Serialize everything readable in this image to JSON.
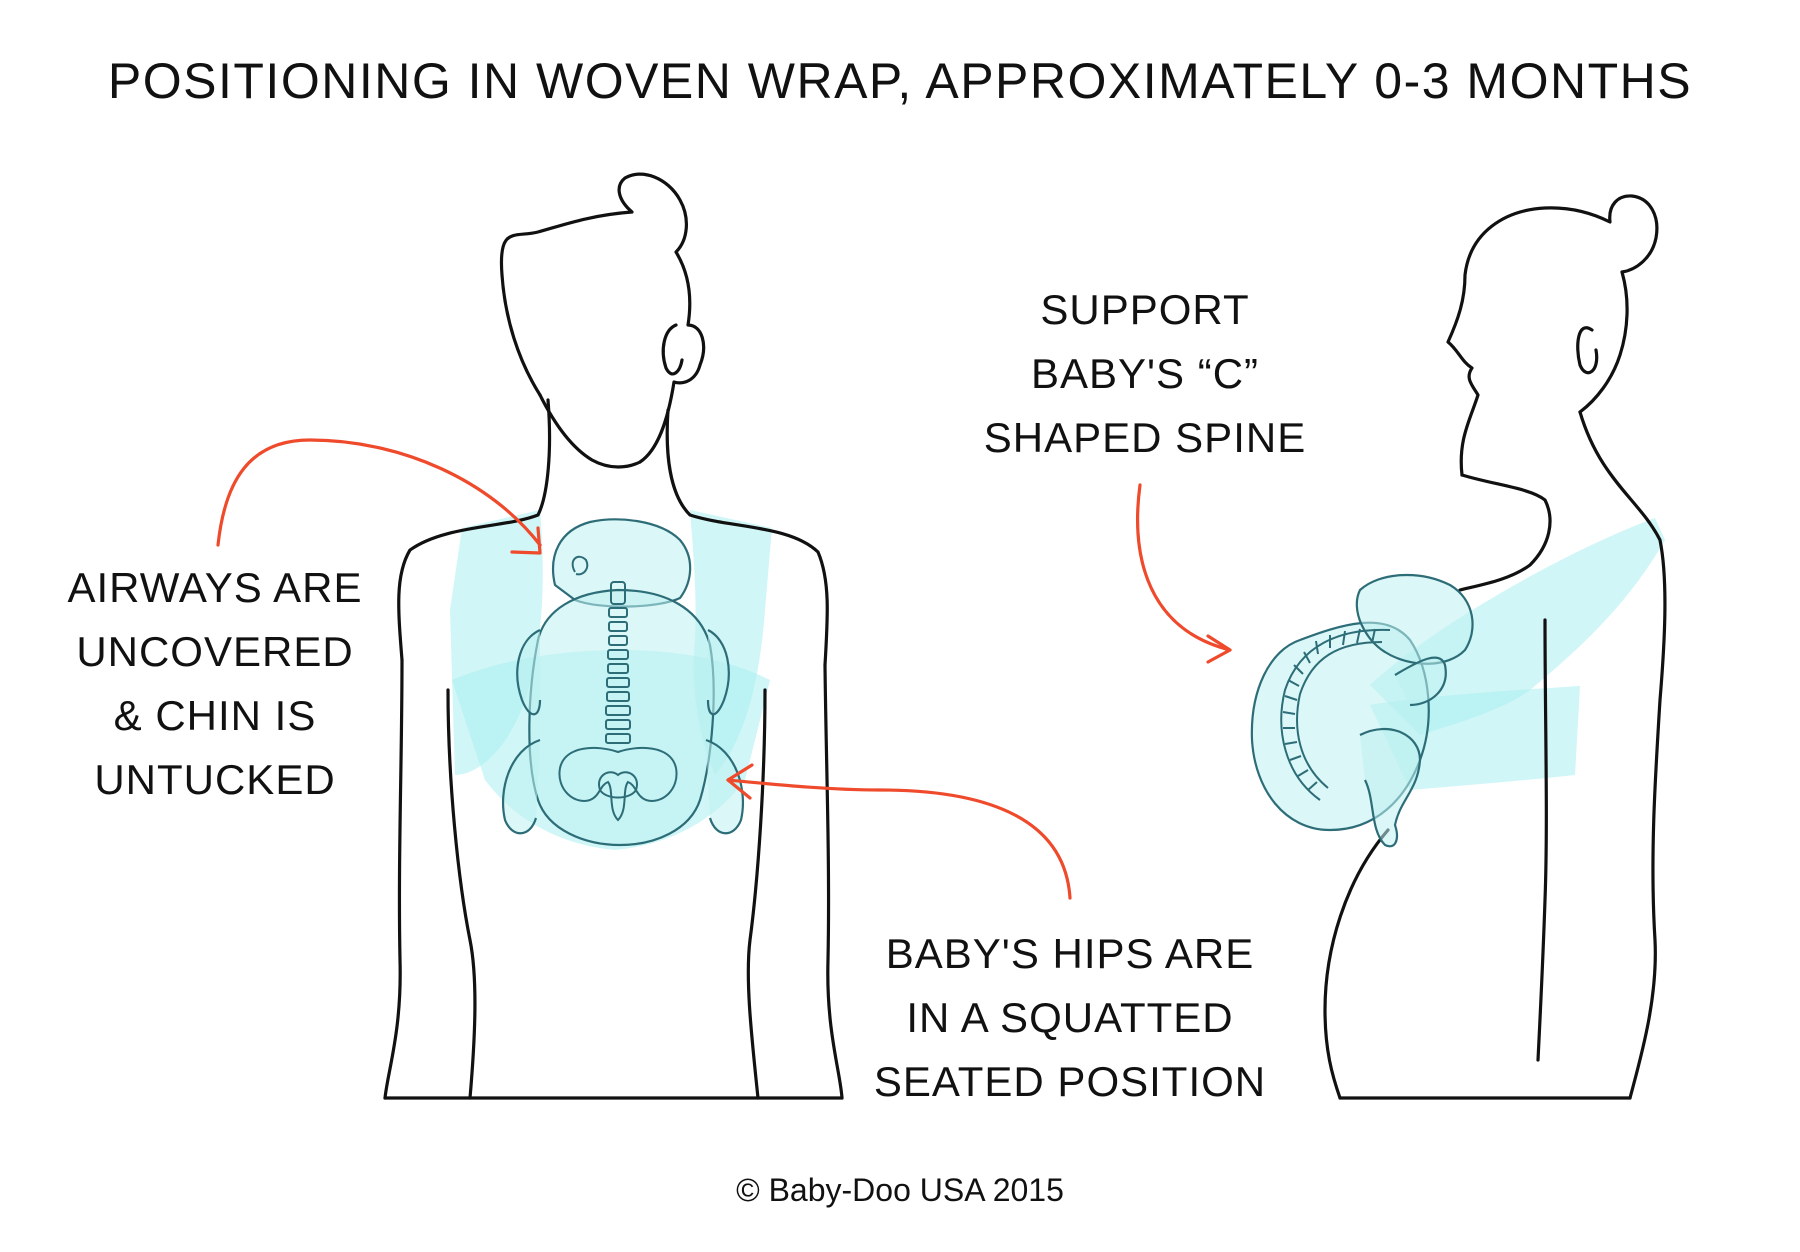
{
  "title": "POSITIONING IN WOVEN WRAP, APPROXIMATELY 0-3 MONTHS",
  "labels": {
    "airways": [
      "AIRWAYS ARE",
      "UNCOVERED",
      "& CHIN IS",
      "UNTUCKED"
    ],
    "spine": [
      "SUPPORT",
      "BABY'S “C”",
      "SHAPED SPINE"
    ],
    "hips": [
      "BABY'S HIPS ARE",
      "IN A SQUATTED",
      "SEATED POSITION"
    ]
  },
  "copyright": "© Baby-Doo USA 2015",
  "colors": {
    "outline": "#111111",
    "wrap_fabric": "#a9eef0",
    "baby_outline": "#2d6d78",
    "arrow": "#ee4a2b",
    "background": "#ffffff"
  }
}
